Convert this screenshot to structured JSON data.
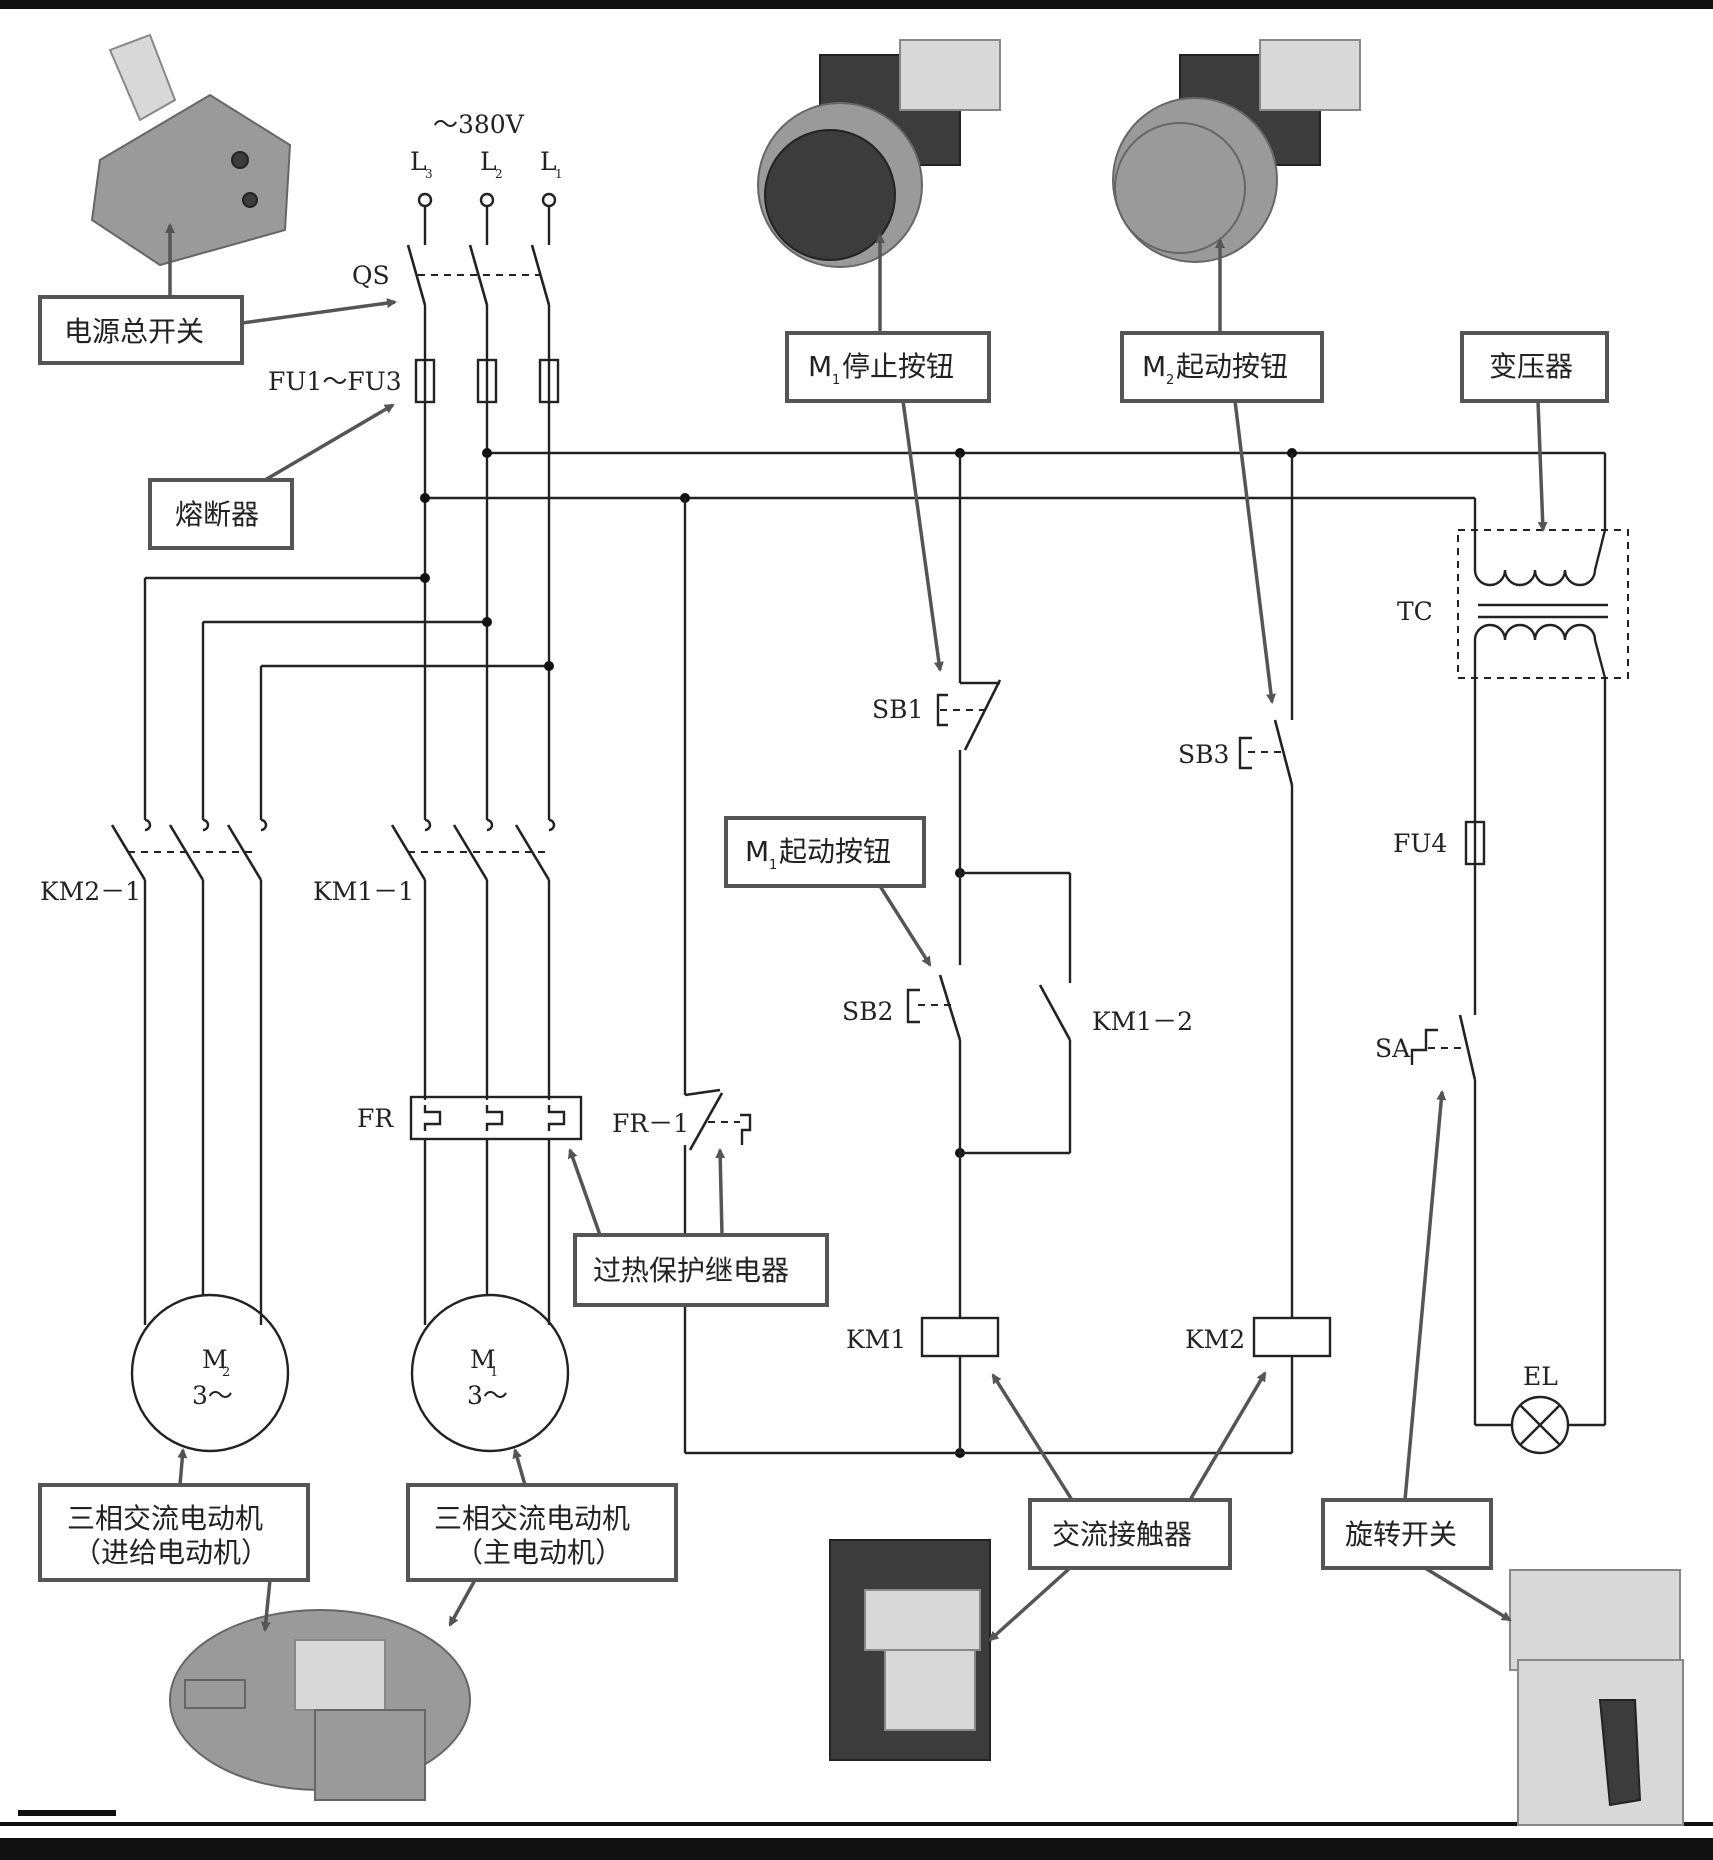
{
  "supply": {
    "voltage": "～380V",
    "l3": "L",
    "l2": "L",
    "l1": "L",
    "l3_sub": "3",
    "l2_sub": "2",
    "l1_sub": "1"
  },
  "labels": {
    "qs": "QS",
    "fuses": "FU1～FU3",
    "km2_1": "KM2－1",
    "km1_1": "KM1－1",
    "fr": "FR",
    "fr_1": "FR－1",
    "sb1": "SB1",
    "sb2": "SB2",
    "sb3": "SB3",
    "km1_2": "KM1－2",
    "km1_coil": "KM1",
    "km2_coil": "KM2",
    "tc": "TC",
    "fu4": "FU4",
    "sa": "SA",
    "el": "EL",
    "m2": "M",
    "m2_sub": "2",
    "m1": "M",
    "m1_sub": "1",
    "motor_phase": "3～"
  },
  "callouts": {
    "main_switch": "电源总开关",
    "fuse": "熔断器",
    "m1_stop_prefix": "M",
    "m1_stop_sub": "1",
    "m1_stop_text": "停止按钮",
    "m2_start_prefix": "M",
    "m2_start_sub": "2",
    "m2_start_text": "起动按钮",
    "transformer": "变压器",
    "m1_start_prefix": "M",
    "m1_start_sub": "1",
    "m1_start_text": "起动按钮",
    "overheat_relay": "过热保护继电器",
    "motor_feed_line1": "三相交流电动机",
    "motor_feed_line2": "（进给电动机）",
    "motor_main_line1": "三相交流电动机",
    "motor_main_line2": "（主电动机）",
    "contactor": "交流接触器",
    "rotary_switch": "旋转开关"
  }
}
